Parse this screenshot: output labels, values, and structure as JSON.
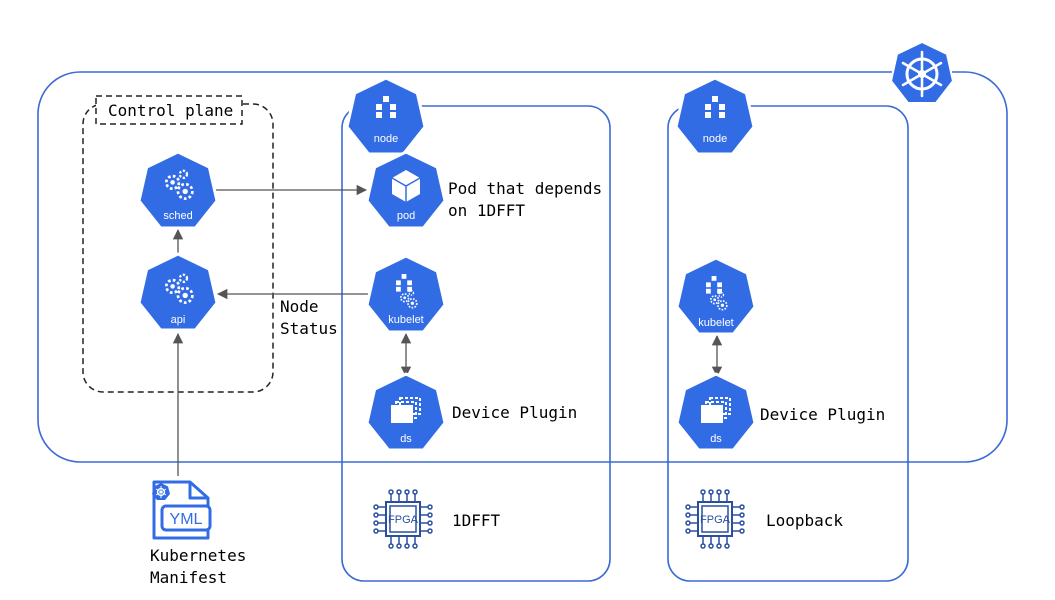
{
  "colors": {
    "accent": "#326CE5",
    "border": "#3B6AD6",
    "arrow": "#555555",
    "text": "#000000"
  },
  "control_plane": {
    "title": "Control plane",
    "sched_label": "sched",
    "api_label": "api"
  },
  "node1": {
    "node_label": "node",
    "pod_label": "pod",
    "pod_caption_line1": "Pod that depends",
    "pod_caption_line2": "on 1DFFT",
    "kubelet_label": "kubelet",
    "ds_label": "ds",
    "device_plugin_caption": "Device Plugin",
    "fpga_chip_label": "FPGA",
    "fpga_caption": "1DFFT"
  },
  "node2": {
    "node_label": "node",
    "kubelet_label": "kubelet",
    "ds_label": "ds",
    "device_plugin_caption": "Device Plugin",
    "fpga_chip_label": "FPGA",
    "fpga_caption": "Loopback"
  },
  "node_status": {
    "line1": "Node",
    "line2": "Status"
  },
  "manifest": {
    "file_label": "YML",
    "caption_line1": "Kubernetes",
    "caption_line2": "Manifest"
  },
  "icons": {
    "cluster": "kubernetes-helm-icon",
    "node": "node-icon",
    "sched": "scheduler-icon",
    "api": "api-server-icon",
    "pod": "pod-cube-icon",
    "kubelet": "kubelet-icon",
    "ds": "daemonset-icon",
    "fpga": "fpga-chip-icon",
    "manifest": "yaml-file-icon"
  }
}
